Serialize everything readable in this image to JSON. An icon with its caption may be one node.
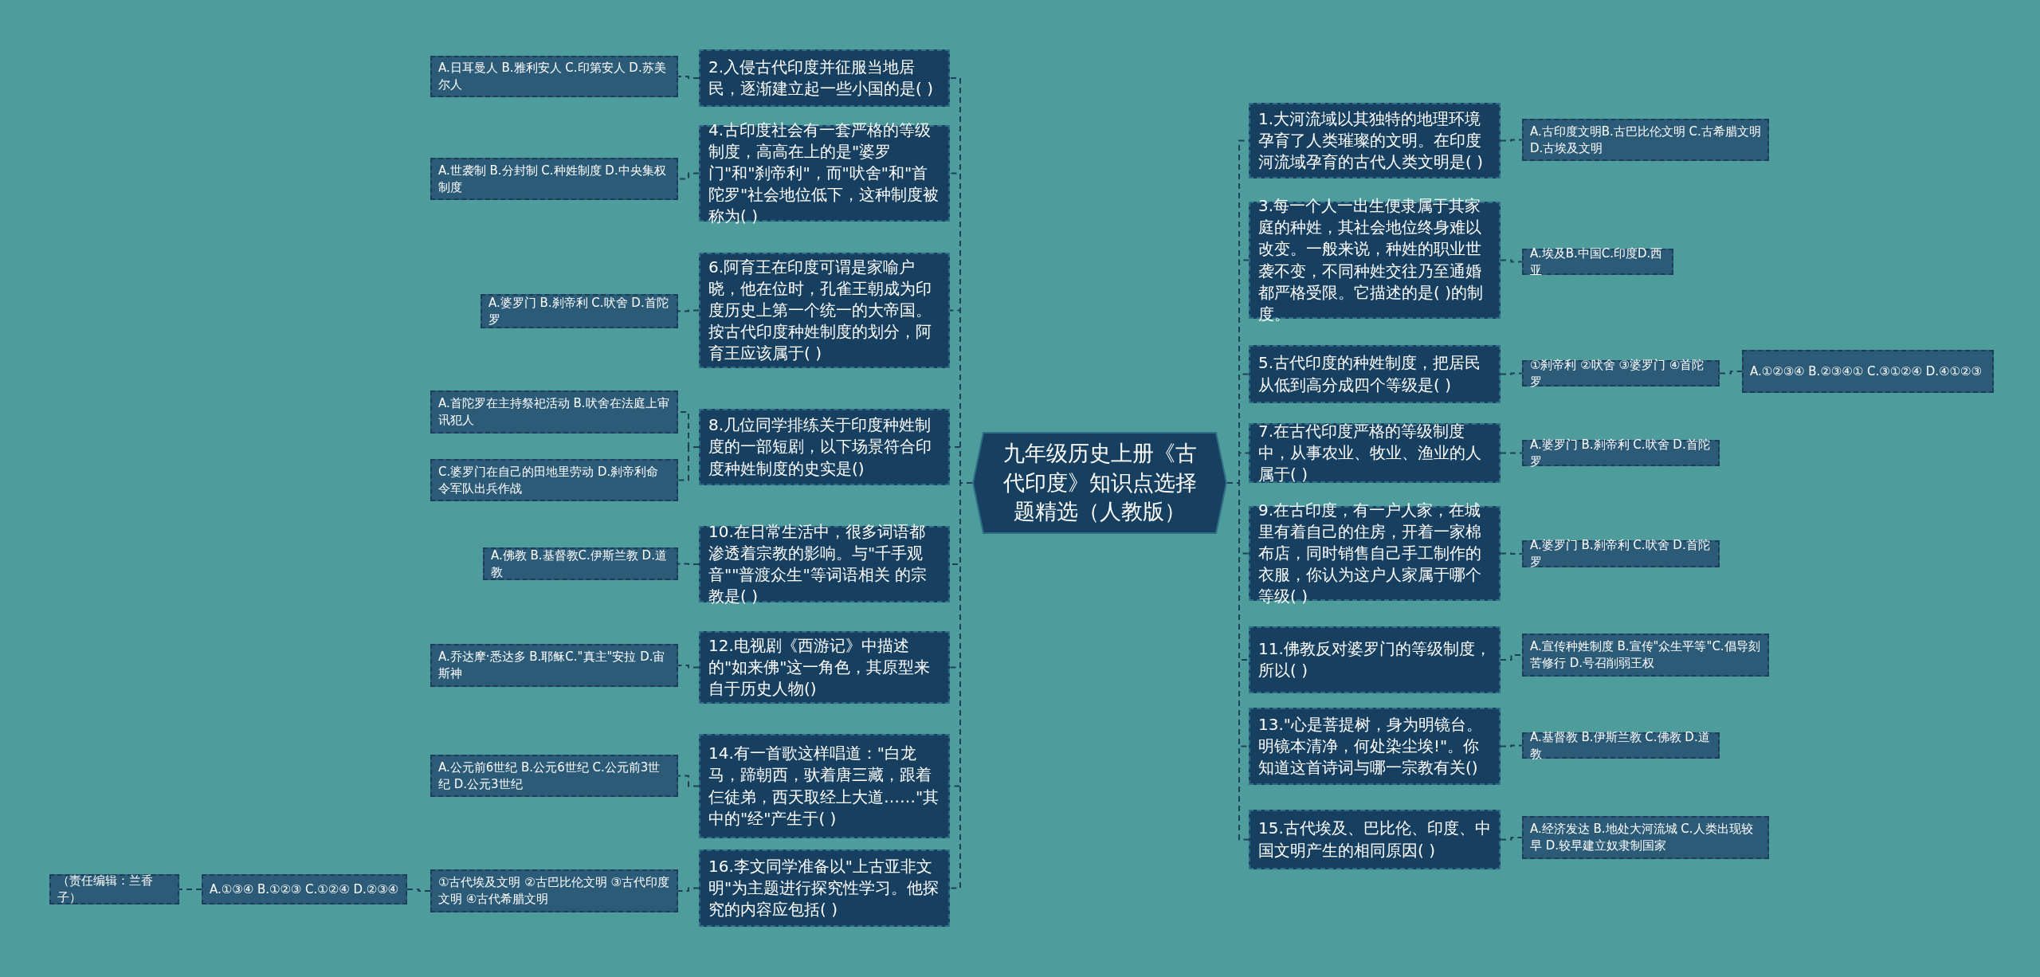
{
  "diagram": {
    "nodes": [
      {
        "text": [
          "九年级历史上册《古代印度》知识点选择题精选（人教版）"
        ]
      },
      {
        "text": [
          "2.入侵古代印度并征服当地居民，逐渐建立起一些小国的是( )"
        ]
      },
      {
        "text": [
          "A.日耳曼人 B.雅利安人 C.印第安人 D.苏美尔人"
        ]
      },
      {
        "text": [
          "4.古印度社会有一套严格的等级制度，高高在上的是\"婆罗门\"和\"刹帝利\"，而\"吠舍\"和\"首陀罗\"社会地位低下，这种制度被称为( )"
        ]
      },
      {
        "text": [
          "A.世袭制 B.分封制 C.种姓制度 D.中央集权制度"
        ]
      },
      {
        "text": [
          "6.阿育王在印度可谓是家喻户晓，他在位时，孔雀王朝成为印度历史上第一个统一的大帝国。按古代印度种姓制度的划分，阿育王应该属于( )"
        ]
      },
      {
        "text": [
          "A.婆罗门 B.刹帝利 C.吠舍 D.首陀罗"
        ]
      },
      {
        "text": [
          "8.几位同学排练关于印度种姓制度的一部短剧，以下场景符合印度种姓制度的史实是()"
        ]
      },
      {
        "text": [
          "A.首陀罗在主持祭祀活动 B.吠舍在法庭上审讯犯人"
        ]
      },
      {
        "text": [
          "C.婆罗门在自己的田地里劳动 D.刹帝利命令军队出兵作战"
        ]
      },
      {
        "text": [
          "10.在日常生活中，很多词语都渗透着宗教的影响。与\"千手观音\"\"普渡众生\"等词语相关 的宗教是( )"
        ]
      },
      {
        "text": [
          "A.佛教 B.基督教C.伊斯兰教 D.道教"
        ]
      },
      {
        "text": [
          "12.电视剧《西游记》中描述的\"如来佛\"这一角色，其原型来自于历史人物()"
        ]
      },
      {
        "text": [
          "A.乔达摩·悉达多 B.耶稣C.\"真主\"安拉 D.宙斯神"
        ]
      },
      {
        "text": [
          "14.有一首歌这样唱道：\"白龙马，蹄朝西，驮着唐三藏，跟着仨徒弟，西天取经上大道……\"其中的\"经\"产生于( )"
        ]
      },
      {
        "text": [
          "A.公元前6世纪 B.公元6世纪 C.公元前3世纪 D.公元3世纪"
        ]
      },
      {
        "text": [
          "16.李文同学准备以\"上古亚非文明\"为主题进行探究性学习。他探究的内容应包括( )"
        ]
      },
      {
        "text": [
          "①古代埃及文明 ②古巴比伦文明 ③古代印度文明 ④古代希腊文明"
        ]
      },
      {
        "text": [
          "A.①③④ B.①②③ C.①②④ D.②③④"
        ]
      },
      {
        "text": [
          "（责任编辑：兰香子）"
        ]
      },
      {
        "text": [
          "1.大河流域以其独特的地理环境孕育了人类璀璨的文明。在印度河流域孕育的古代人类文明是( )"
        ]
      },
      {
        "text": [
          "A.古印度文明B.古巴比伦文明 C.古希腊文明 D.古埃及文明"
        ]
      },
      {
        "text": [
          "3.每一个人一出生便隶属于其家庭的种姓，其社会地位终身难以改变。一般来说，种姓的职业世袭不变，不同种姓交往乃至通婚都严格受限。它描述的是( )的制度。"
        ]
      },
      {
        "text": [
          "A.埃及B.中国C.印度D.西亚"
        ]
      },
      {
        "text": [
          "5.古代印度的种姓制度，把居民从低到高分成四个等级是( )"
        ]
      },
      {
        "text": [
          "①刹帝利 ②吠舍 ③婆罗门 ④首陀罗"
        ]
      },
      {
        "text": [
          "A.①②③④ B.②③④① C.③①②④ D.④①②③"
        ]
      },
      {
        "text": [
          "7.在古代印度严格的等级制度中，从事农业、牧业、渔业的人属于( )"
        ]
      },
      {
        "text": [
          "A.婆罗门 B.刹帝利 C.吠舍 D.首陀罗"
        ]
      },
      {
        "text": [
          "9.在古印度，有一户人家，在城里有着自己的住房，开着一家棉布店，同时销售自己手工制作的衣服，你认为这户人家属于哪个等级( )"
        ]
      },
      {
        "text": [
          "A.婆罗门 B.刹帝利 C.吠舍 D.首陀罗"
        ]
      },
      {
        "text": [
          "11.佛教反对婆罗门的等级制度，所以( )"
        ]
      },
      {
        "text": [
          "A.宣传种姓制度 B.宣传\"众生平等\"C.倡导刻苦修行 D.号召削弱王权"
        ]
      },
      {
        "text": [
          "13.\"心是菩提树，身为明镜台。明镜本清净，何处染尘埃!\"。你知道这首诗词与哪一宗教有关()"
        ]
      },
      {
        "text": [
          "A.基督教 B.伊斯兰教 C.佛教 D.道教"
        ]
      },
      {
        "text": [
          "15.古代埃及、巴比伦、印度、中国文明产生的相同原因( )"
        ]
      },
      {
        "text": [
          "A.经济发达 B.地处大河流城 C.人类出现较早 D.较早建立奴隶制国家"
        ]
      }
    ],
    "edges": [
      {
        "from": 0,
        "to": 1,
        "arrow": "none"
      },
      {
        "from": 1,
        "to": 2,
        "arrow": "none"
      },
      {
        "from": 0,
        "to": 3,
        "arrow": "none"
      },
      {
        "from": 3,
        "to": 4,
        "arrow": "none"
      },
      {
        "from": 0,
        "to": 5,
        "arrow": "none"
      },
      {
        "from": 5,
        "to": 6,
        "arrow": "none"
      },
      {
        "from": 0,
        "to": 7,
        "arrow": "none"
      },
      {
        "from": 7,
        "to": 8,
        "arrow": "none"
      },
      {
        "from": 7,
        "to": 9,
        "arrow": "none"
      },
      {
        "from": 0,
        "to": 10,
        "arrow": "none"
      },
      {
        "from": 10,
        "to": 11,
        "arrow": "none"
      },
      {
        "from": 0,
        "to": 12,
        "arrow": "none"
      },
      {
        "from": 12,
        "to": 13,
        "arrow": "none"
      },
      {
        "from": 0,
        "to": 14,
        "arrow": "none"
      },
      {
        "from": 14,
        "to": 15,
        "arrow": "none"
      },
      {
        "from": 0,
        "to": 16,
        "arrow": "none"
      },
      {
        "from": 16,
        "to": 17,
        "arrow": "none"
      },
      {
        "from": 17,
        "to": 18,
        "arrow": "none"
      },
      {
        "from": 18,
        "to": 19,
        "arrow": "none"
      },
      {
        "from": 0,
        "to": 20,
        "arrow": "none"
      },
      {
        "from": 20,
        "to": 21,
        "arrow": "none"
      },
      {
        "from": 0,
        "to": 22,
        "arrow": "none"
      },
      {
        "from": 22,
        "to": 23,
        "arrow": "none"
      },
      {
        "from": 0,
        "to": 24,
        "arrow": "none"
      },
      {
        "from": 24,
        "to": 25,
        "arrow": "none"
      },
      {
        "from": 25,
        "to": 26,
        "arrow": "none"
      },
      {
        "from": 0,
        "to": 27,
        "arrow": "none"
      },
      {
        "from": 27,
        "to": 28,
        "arrow": "none"
      },
      {
        "from": 0,
        "to": 29,
        "arrow": "none"
      },
      {
        "from": 29,
        "to": 30,
        "arrow": "none"
      },
      {
        "from": 0,
        "to": 31,
        "arrow": "none"
      },
      {
        "from": 31,
        "to": 32,
        "arrow": "none"
      },
      {
        "from": 0,
        "to": 33,
        "arrow": "none"
      },
      {
        "from": 33,
        "to": 34,
        "arrow": "none"
      },
      {
        "from": 0,
        "to": 35,
        "arrow": "none"
      },
      {
        "from": 35,
        "to": 36,
        "arrow": "none"
      }
    ]
  }
}
